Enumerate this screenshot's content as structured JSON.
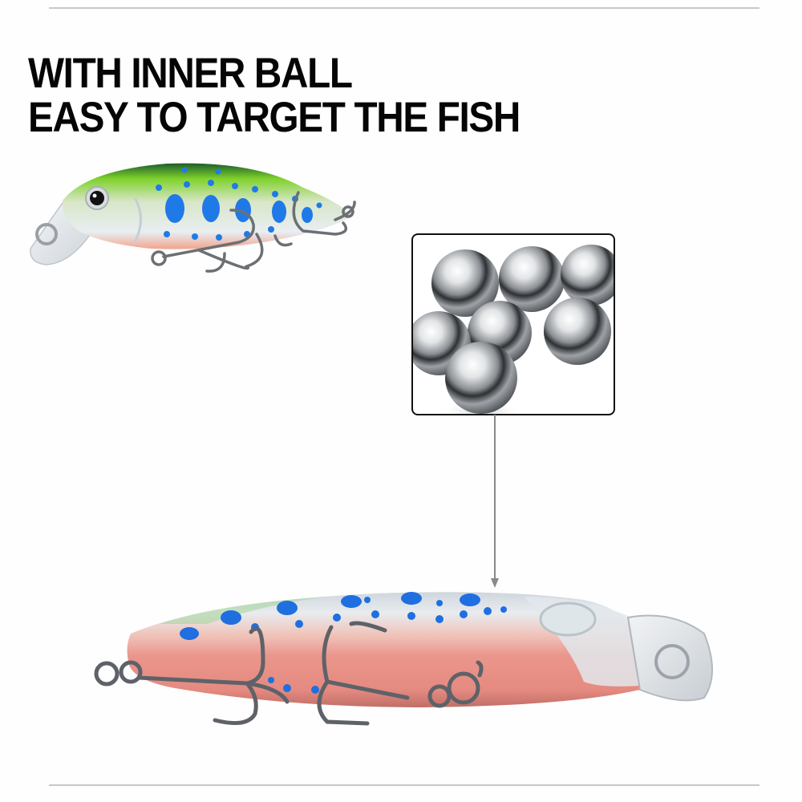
{
  "heading": {
    "line1": "WITH INNER BALL",
    "line2": "EASY TO TARGET THE FISH"
  },
  "images": {
    "top_lure": "fishing-lure-green-blue-spotted",
    "inset": "steel-balls-closeup",
    "bottom_lure": "fishing-lure-pink-blue-spotted"
  },
  "colors": {
    "text": "#050505",
    "rule": "#c8c8c8",
    "inset_border": "#111111",
    "arrow": "#8a8a8a",
    "lure_spot_blue": "#1f6fe0",
    "lure_green": "#8fd62a",
    "lure_pink": "#e8938a"
  }
}
